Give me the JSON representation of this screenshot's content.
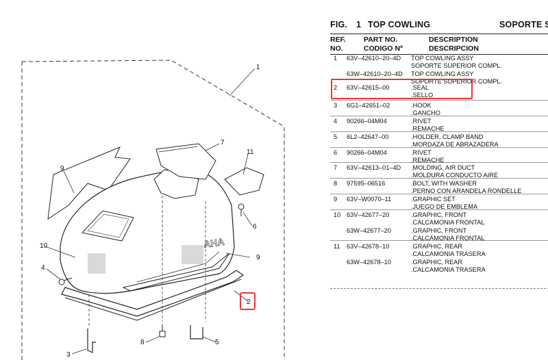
{
  "figure": {
    "label": "FIG.",
    "number": "1",
    "title": "TOP COWLING",
    "title_es": "SOPORTE SUPERIOR COMPL."
  },
  "columns": {
    "ref_line1": "REF.",
    "ref_line2": "NO.",
    "part_line1": "PART NO.",
    "part_line2": "CODIGO Nº",
    "desc_line1": "DESCRIPTION",
    "desc_line2": "DESCRIPCION"
  },
  "parts": [
    {
      "ref": "1",
      "part_no": "63V–42610–20–4D",
      "desc_en": "TOP COWLING ASSY",
      "desc_es": "SOPORTE SUPERIOR COMPL."
    },
    {
      "ref": "",
      "part_no": "63W–42610–20–4D",
      "desc_en": "TOP COWLING ASSY",
      "desc_es": "SOPORTE SUPERIOR COMPL."
    },
    {
      "ref": "2",
      "part_no": "63V–42615–00",
      "desc_en": ".SEAL",
      "desc_es": ".SELLO"
    },
    {
      "ref": "3",
      "part_no": "6G1–42651–02",
      "desc_en": ".HOOK",
      "desc_es": ".GANCHO"
    },
    {
      "ref": "4",
      "part_no": "90266–04M04",
      "desc_en": ".RIVET",
      "desc_es": ".REMACHE"
    },
    {
      "ref": "5",
      "part_no": "6L2–42647–00",
      "desc_en": ".HOLDER, CLAMP BAND",
      "desc_es": ".MORDAZA DE ABRAZADERA"
    },
    {
      "ref": "6",
      "part_no": "90266–04M04",
      "desc_en": ".RIVET",
      "desc_es": ".REMACHE"
    },
    {
      "ref": "7",
      "part_no": "63V–42613–01–4D",
      "desc_en": ".MOLDING, AIR DUCT",
      "desc_es": ".MOLDURA CONDUCTO AIRE"
    },
    {
      "ref": "8",
      "part_no": "97595–06516",
      "desc_en": ".BOLT, WITH WASHER",
      "desc_es": ".PERNO CON ARANDELA RONDELLE"
    },
    {
      "ref": "9",
      "part_no": "63V–W0070–11",
      "desc_en": ".GRAPHIC SET",
      "desc_es": ".JUEGO DE EMBLEMA"
    },
    {
      "ref": "10",
      "part_no": "63V–42677–20",
      "desc_en": ".GRAPHIC, FRONT",
      "desc_es": ".CALCAMONIA  FRONTAL"
    },
    {
      "ref": "",
      "part_no": "63W–42677–20",
      "desc_en": ".GRAPHIC, FRONT",
      "desc_es": ".CALCAMONIA  FRONTAL"
    },
    {
      "ref": "11",
      "part_no": "63V–42678–10",
      "desc_en": ".GRAPHIC, REAR",
      "desc_es": ".CALCAMONIA  TRASERA"
    },
    {
      "ref": "",
      "part_no": "63W–42678–10",
      "desc_en": ".GRAPHIC, REAR",
      "desc_es": ".CALCAMONIA  TRASERA"
    }
  ],
  "highlight_color": "#e53935",
  "diagram": {
    "callouts": {
      "c1": "1",
      "c2": "2",
      "c3": "3",
      "c4": "4",
      "c5": "5",
      "c6": "6",
      "c7": "7",
      "c8": "8",
      "c9a": "9",
      "c9b": "9",
      "c10": "10",
      "c11": "11"
    },
    "logo_text": "AHA"
  }
}
